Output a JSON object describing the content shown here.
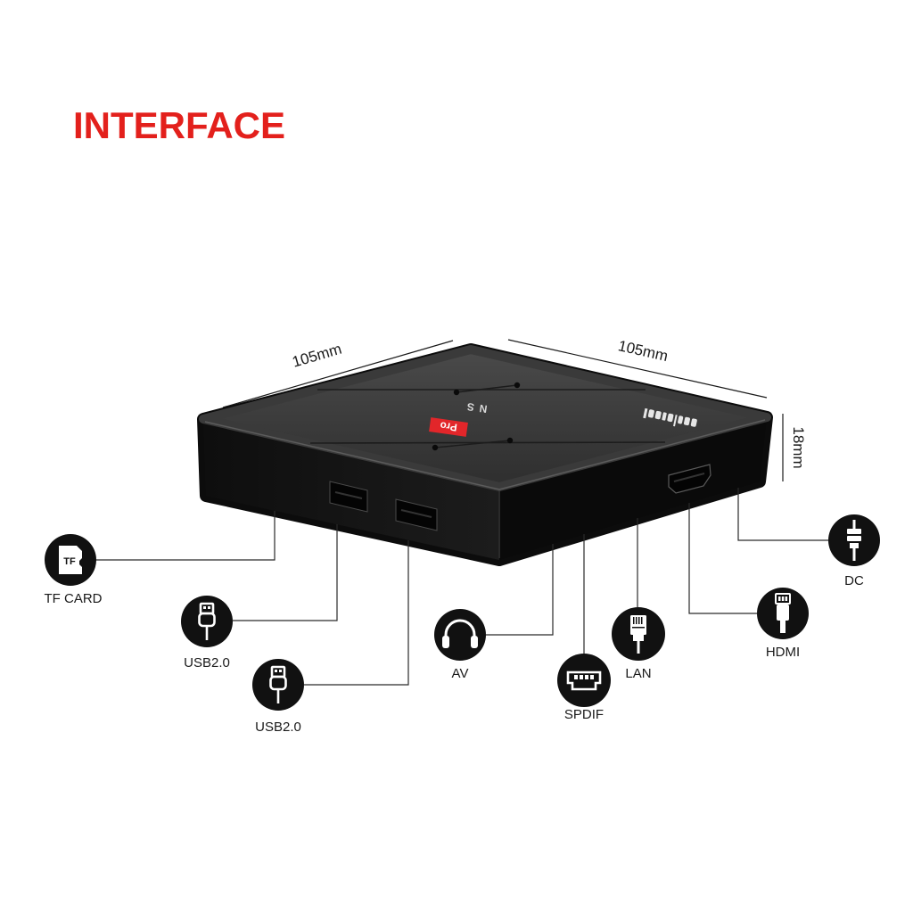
{
  "title": "INTERFACE",
  "colors": {
    "title": "#e3201c",
    "badge": "#e2262a",
    "icon_bg": "#111111"
  },
  "dimensions": {
    "length": "105mm",
    "width": "105mm",
    "height": "18mm"
  },
  "device": {
    "model_text": "NS",
    "badge_text": "Pro"
  },
  "interfaces": [
    {
      "label": "TF CARD",
      "icon": "tf-card-icon",
      "icon_text": "TF"
    },
    {
      "label": "USB2.0",
      "icon": "usb-icon"
    },
    {
      "label": "USB2.0",
      "icon": "usb-icon"
    },
    {
      "label": "AV",
      "icon": "headphones-icon"
    },
    {
      "label": "SPDIF",
      "icon": "spdif-icon"
    },
    {
      "label": "LAN",
      "icon": "ethernet-icon"
    },
    {
      "label": "HDMI",
      "icon": "hdmi-icon"
    },
    {
      "label": "DC",
      "icon": "dc-power-icon"
    }
  ]
}
